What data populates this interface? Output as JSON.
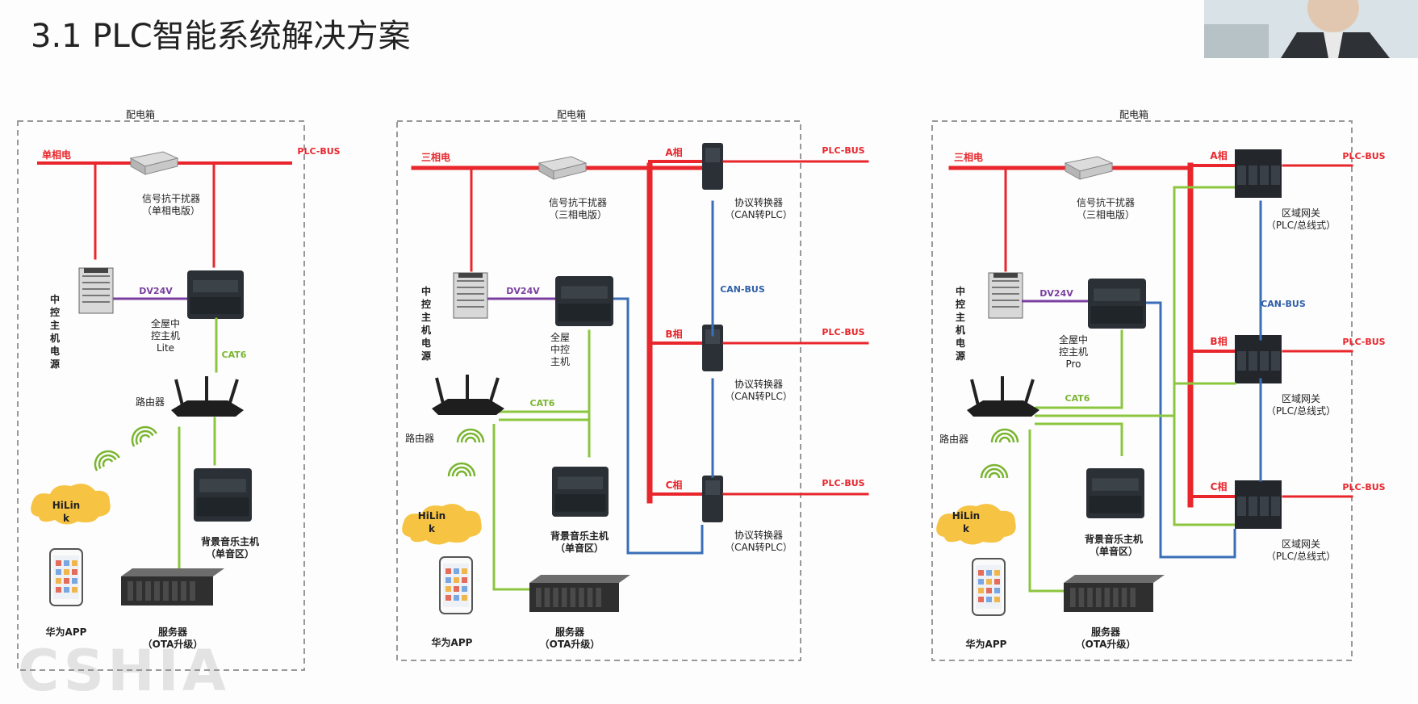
{
  "page": {
    "title": "3.1 PLC智能系统解决方案",
    "watermark": "CSHIA"
  },
  "colors": {
    "power": "#e8262c",
    "cat6": "#8cc63f",
    "canbus": "#3a6fb7",
    "dv24v": "#7a3fa0",
    "box": "#999999",
    "bus_label": "#e8262c",
    "can_label": "#2f5fa8",
    "cat6_label": "#7ab530"
  },
  "panels": [
    {
      "box_label": "配电箱",
      "power_label": "单相电",
      "bus_label": "PLC-BUS",
      "interference": "信号抗干扰器\n（单相电版）",
      "power_supply": "中\n控\n主\n机\n电\n源",
      "dv_label": "DV24V",
      "host": "全屋中\n控主机\nLite",
      "cat6": "CAT6",
      "router": "路由器",
      "hilink": "HiLin\nk",
      "app": "华为APP",
      "music": "背景音乐主机\n（单音区）",
      "server": "服务器\n（OTA升级）"
    },
    {
      "box_label": "配电箱",
      "power_label": "三相电",
      "bus_label": "PLC-BUS",
      "interference": "信号抗干扰器\n（三相电版）",
      "power_supply": "中\n控\n主\n机\n电\n源",
      "dv_label": "DV24V",
      "host": "全屋\n中控\n主机",
      "cat6": "CAT6",
      "router": "路由器",
      "hilink": "HiLin\nk",
      "app": "华为APP",
      "music": "背景音乐主机\n（单音区）",
      "server": "服务器\n（OTA升级）",
      "can_label": "CAN-BUS",
      "phases": [
        "A相",
        "B相",
        "C相"
      ],
      "converter": "协议转换器\n（CAN转PLC）"
    },
    {
      "box_label": "配电箱",
      "power_label": "三相电",
      "bus_label": "PLC-BUS",
      "interference": "信号抗干扰器\n（三相电版）",
      "power_supply": "中\n控\n主\n机\n电\n源",
      "dv_label": "DV24V",
      "host": "全屋中\n控主机\nPro",
      "cat6": "CAT6",
      "router": "路由器",
      "hilink": "HiLin\nk",
      "app": "华为APP",
      "music": "背景音乐主机\n（单音区）",
      "server": "服务器\n（OTA升级）",
      "can_label": "CAN-BUS",
      "phases": [
        "A相",
        "B相",
        "C相"
      ],
      "gateway": "区域网关\n（PLC/总线式）"
    }
  ]
}
